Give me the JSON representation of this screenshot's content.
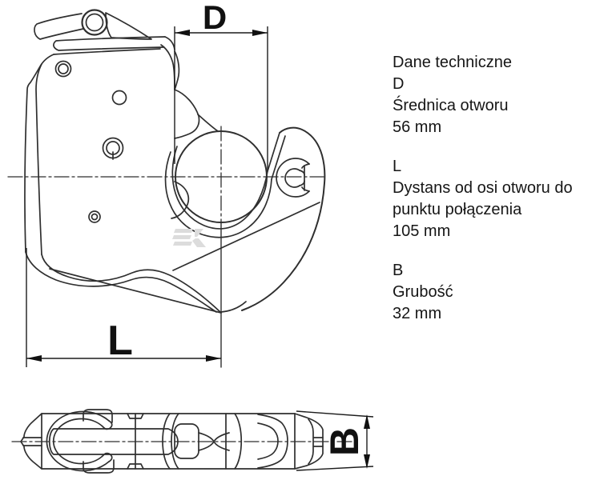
{
  "panel": {
    "title": "Dane techniczne",
    "specs": [
      {
        "symbol": "D",
        "description": "Średnica otworu",
        "value": "56 mm"
      },
      {
        "symbol": "L",
        "description": "Dystans od osi otworu do punktu połączenia",
        "value": "105 mm"
      },
      {
        "symbol": "B",
        "description": "Grubość",
        "value": "32 mm"
      }
    ]
  },
  "drawing": {
    "dimension_labels": {
      "d": "D",
      "l": "L",
      "b": "B"
    },
    "watermark_icon": "k-logo-watermark",
    "views": {
      "front": "lower link hook side view",
      "bottom": "lower link hook bottom view"
    }
  },
  "colors": {
    "line": "#2f2f2f",
    "dimension_line": "#1c1c1c",
    "text": "#161616",
    "dimension_text": "#111111",
    "watermark": "#dcdcdc",
    "background": "#ffffff"
  }
}
